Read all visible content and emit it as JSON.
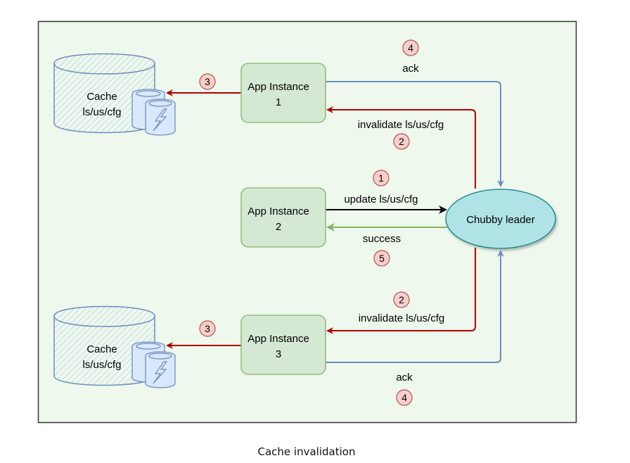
{
  "diagram": {
    "caption": "Cache invalidation",
    "colors": {
      "background": "#eef8ec",
      "frame": "#333333",
      "box_fill": "#d5e8d4",
      "box_stroke": "#82b366",
      "leader_fill": "#b0e3e6",
      "leader_stroke": "#0e8088",
      "invalidate": "#b20000",
      "ack": "#6c8ebf",
      "update": "#000000",
      "success": "#82b366",
      "badge_fill": "#f8cecc",
      "badge_stroke": "#b85450",
      "cache_stroke": "#6c8ebf",
      "cache_fill": "#dae8fc"
    },
    "nodes": {
      "app1": {
        "line1": "App Instance",
        "line2": "1"
      },
      "app2": {
        "line1": "App Instance",
        "line2": "2"
      },
      "app3": {
        "line1": "App Instance",
        "line2": "3"
      },
      "leader": {
        "label": "Chubby leader"
      },
      "cache1": {
        "line1": "Cache",
        "line2": "ls/us/cfg"
      },
      "cache2": {
        "line1": "Cache",
        "line2": "ls/us/cfg"
      }
    },
    "edges": {
      "ack_top": {
        "label": "ack",
        "step": "4"
      },
      "invalidate_top": {
        "label": "invalidate ls/us/cfg",
        "step": "2"
      },
      "update": {
        "label": "update ls/us/cfg",
        "step": "1"
      },
      "success": {
        "label": "success",
        "step": "5"
      },
      "invalidate_bottom": {
        "label": "invalidate ls/us/cfg",
        "step": "2"
      },
      "ack_bottom": {
        "label": "ack",
        "step": "4"
      },
      "cache_write_top": {
        "step": "3"
      },
      "cache_write_bottom": {
        "step": "3"
      }
    }
  }
}
